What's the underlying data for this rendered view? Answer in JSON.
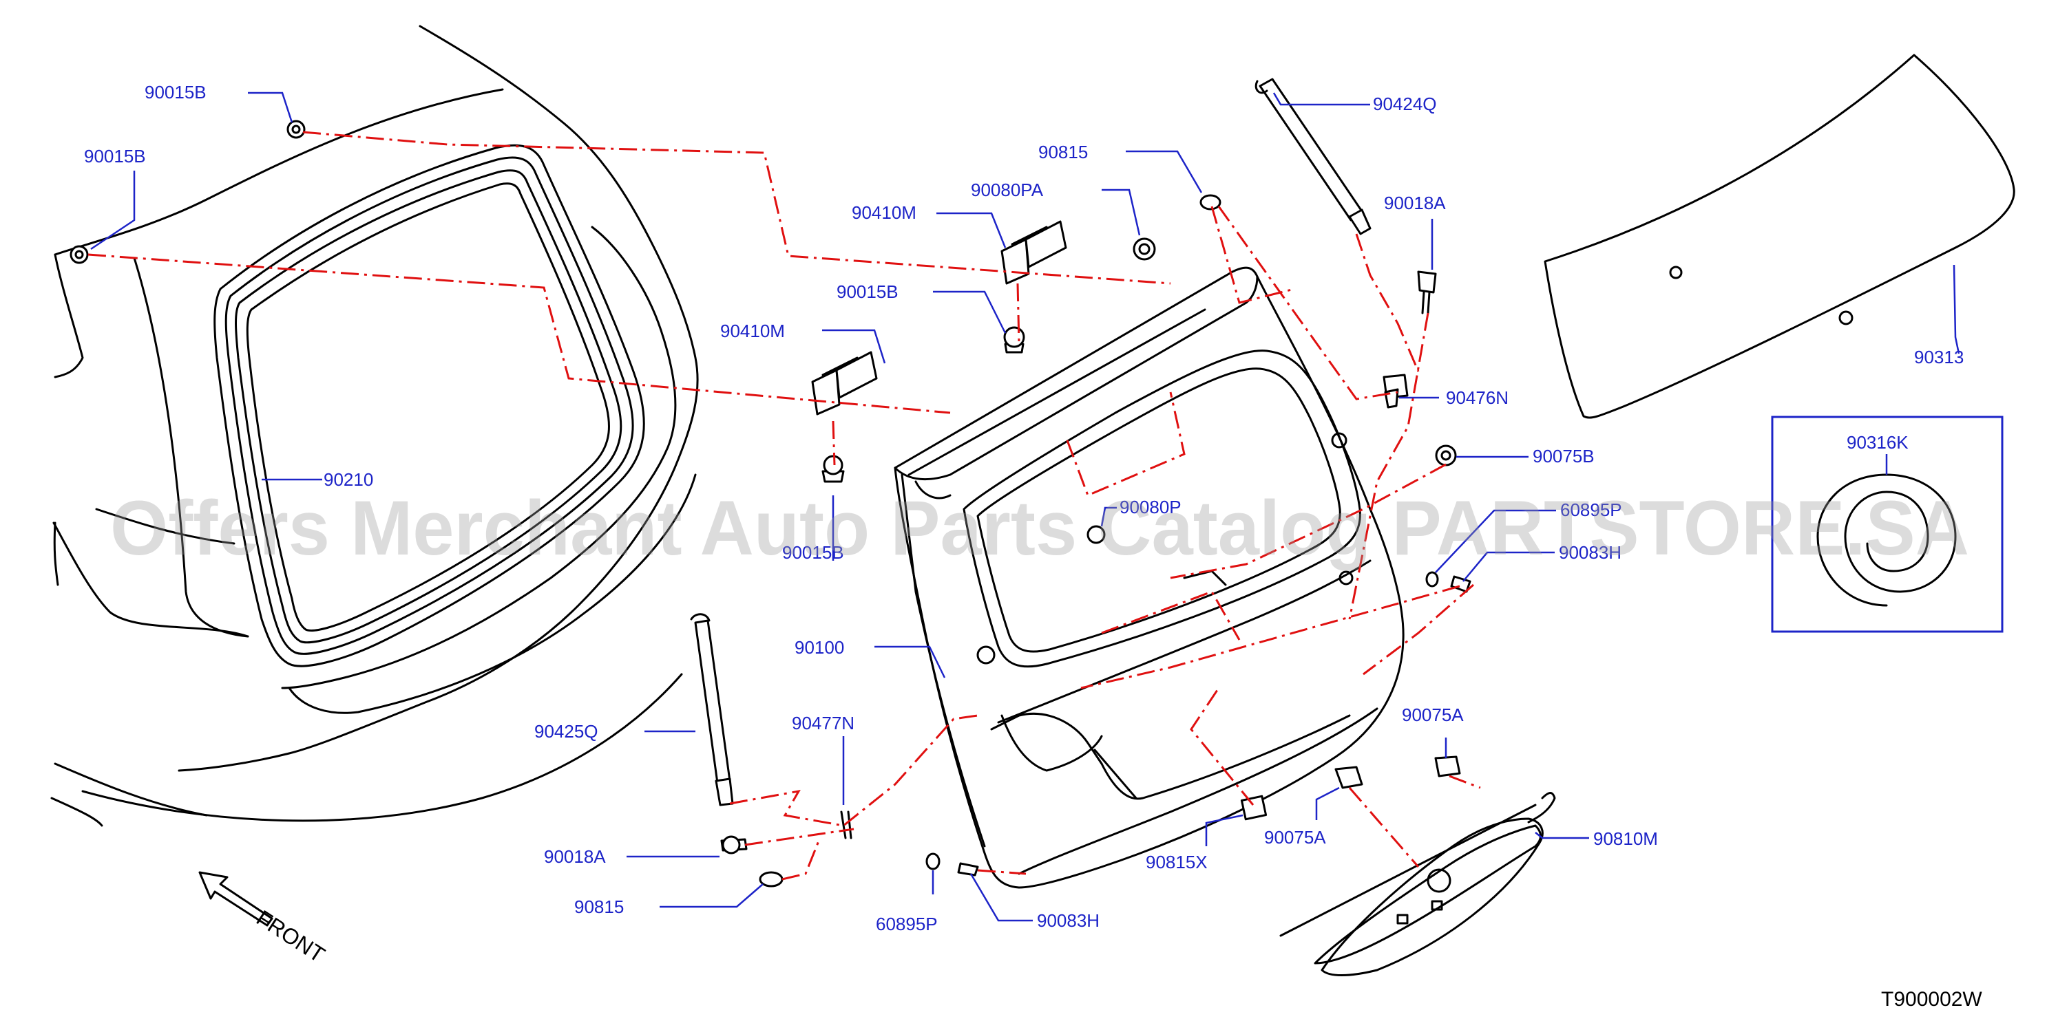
{
  "diagram": {
    "code": "T900002W",
    "watermark": "Offers Merchant Auto Parts Catalog PARTSTORE.SA",
    "direction_label": "FRONT",
    "colors": {
      "label": "#1d24c8",
      "phantom_line": "#e01010",
      "outline": "#000000"
    },
    "part_labels": [
      "90015B",
      "90015B",
      "90210",
      "90815",
      "90080PA",
      "90410M",
      "90015B",
      "90410M",
      "90015B",
      "90080P",
      "90424Q",
      "90018A",
      "90476N",
      "90313",
      "90316K",
      "90075B",
      "60895P",
      "90083H",
      "90100",
      "90425Q",
      "90477N",
      "90018A",
      "90815",
      "60895P",
      "90083H",
      "90815X",
      "90075A",
      "90075A",
      "90810M"
    ]
  }
}
